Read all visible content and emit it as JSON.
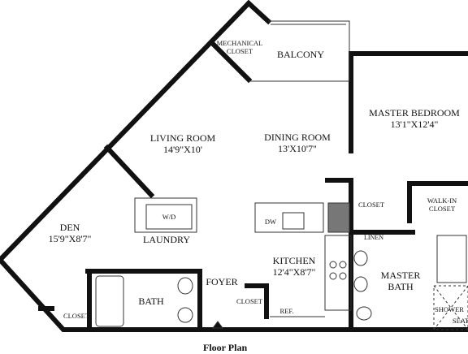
{
  "plan": {
    "footer_title": "Floor Plan",
    "rooms": {
      "mechanical_closet": "MECHANICAL\nCLOSET",
      "balcony": "BALCONY",
      "master_bedroom": {
        "name": "MASTER BEDROOM",
        "dim": "13'1\"X12'4\""
      },
      "living_room": {
        "name": "LIVING ROOM",
        "dim": "14'9\"X10'"
      },
      "dining_room": {
        "name": "DINING ROOM",
        "dim": "13'X10'7\""
      },
      "den": {
        "name": "DEN",
        "dim": "15'9\"X8'7\""
      },
      "laundry": "LAUNDRY",
      "wd": "W/D",
      "closet_top": "CLOSET",
      "walk_in_closet": "WALK-IN\nCLOSET",
      "dw": "DW",
      "linen": "LINEN",
      "kitchen": {
        "name": "KITCHEN",
        "dim": "12'4\"X8'7\""
      },
      "master_bath": "MASTER\nBATH",
      "foyer": "FOYER",
      "bath": "BATH",
      "closet_left": "CLOSET",
      "closet_foyer": "CLOSET",
      "ref": "REF.",
      "shower": "SHOWER",
      "seat": "SEAT"
    }
  }
}
